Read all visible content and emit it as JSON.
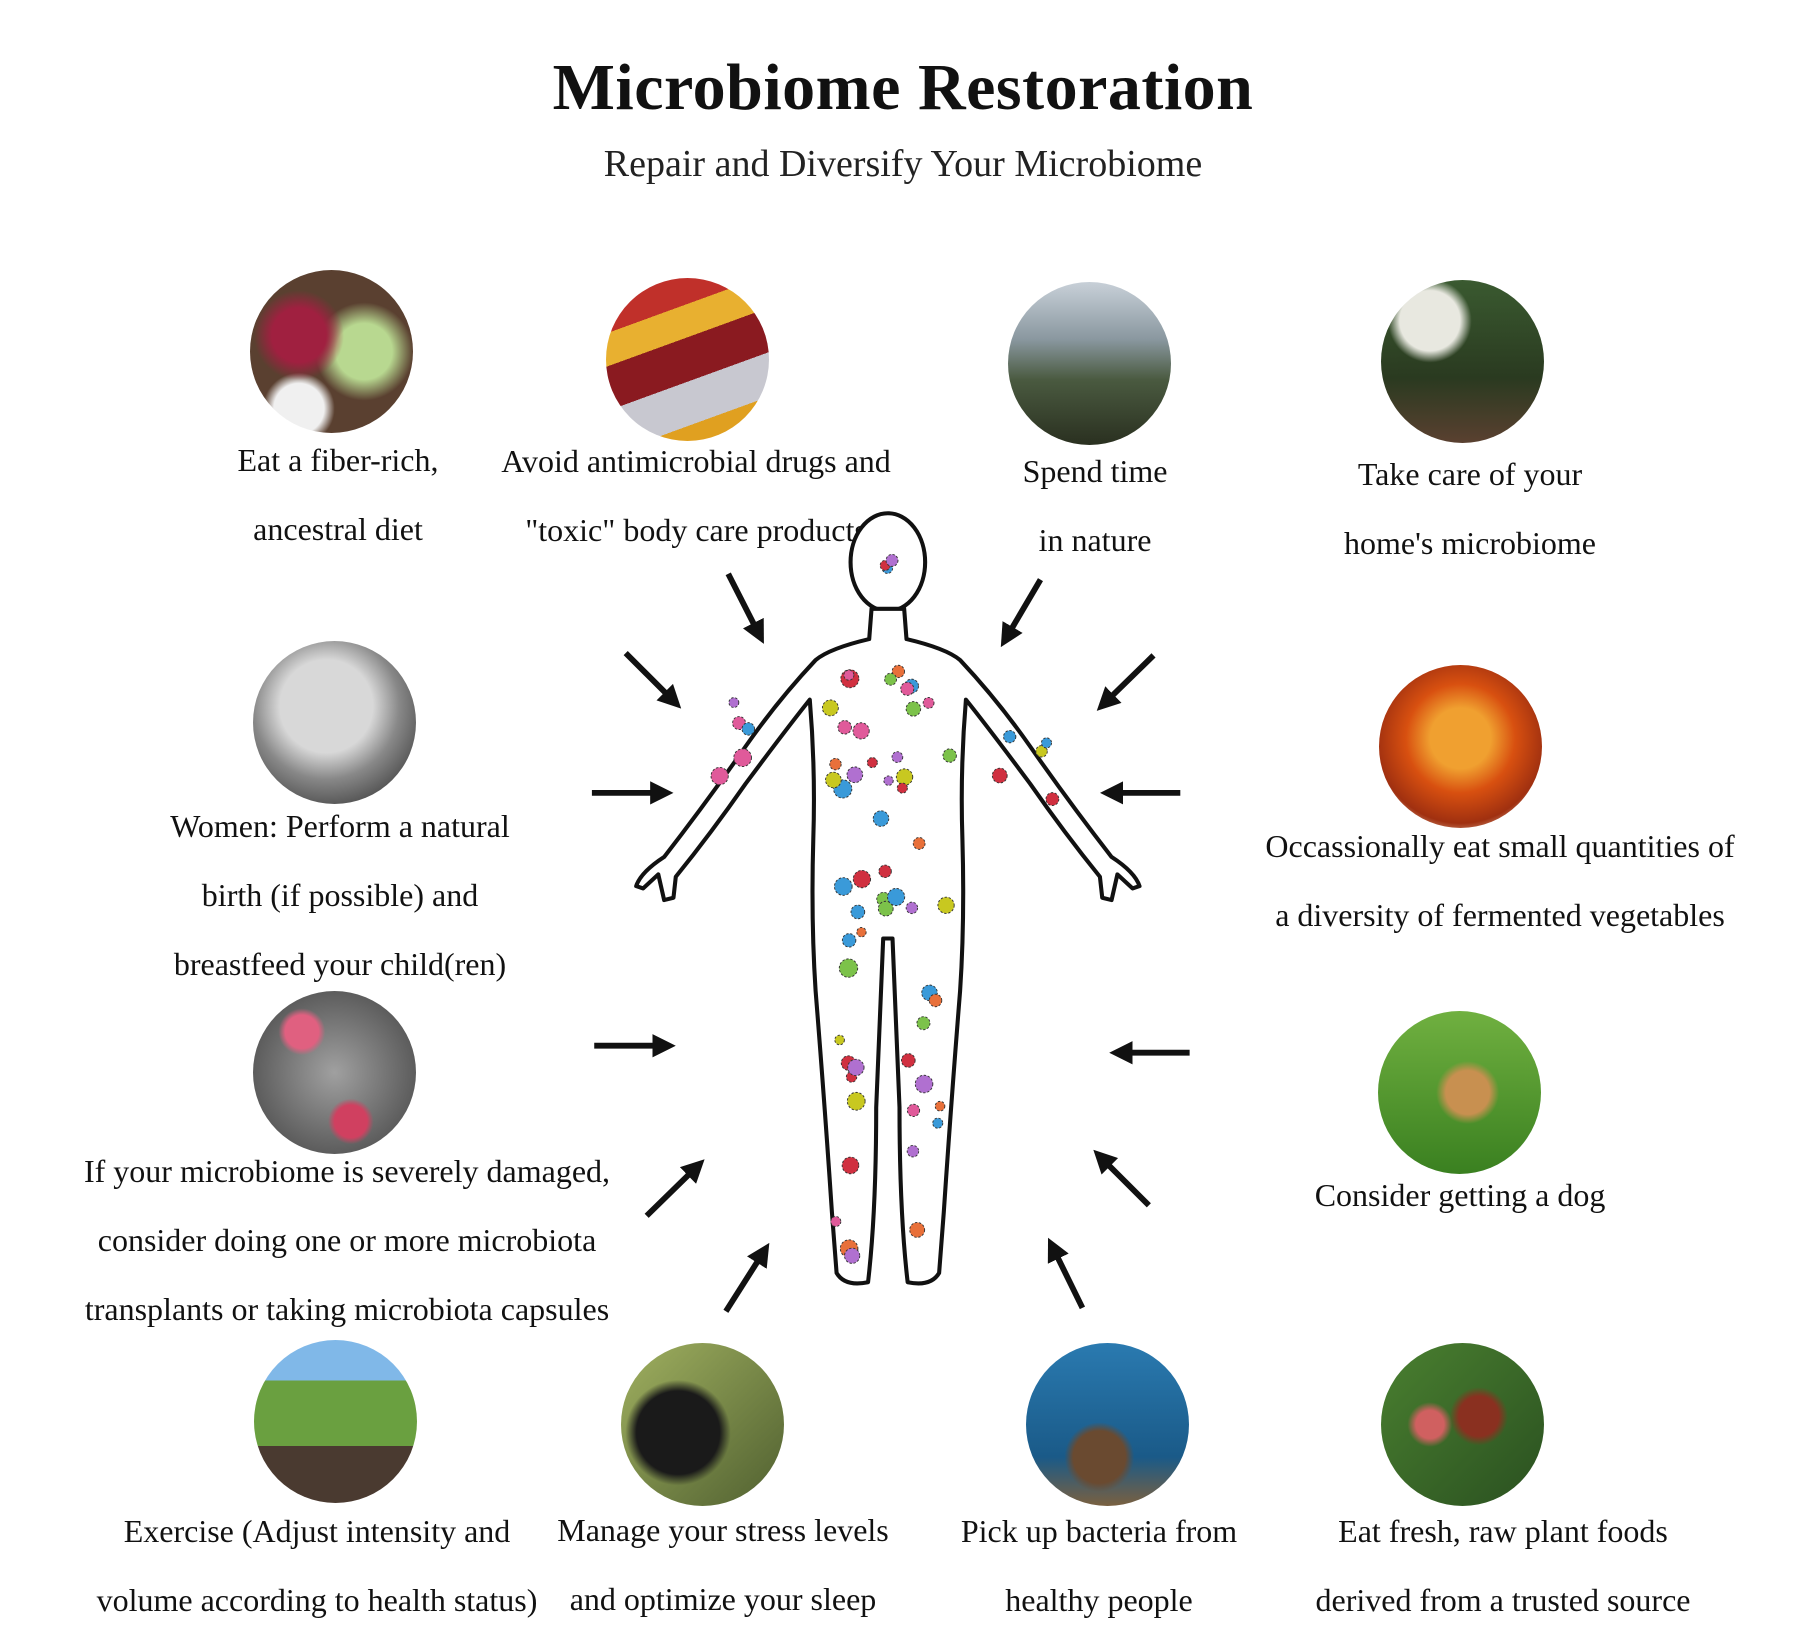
{
  "title": "Microbiome Restoration",
  "subtitle": "Repair and Diversify Your Microbiome",
  "items": [
    {
      "lines": [
        "Eat a fiber-rich,",
        "ancestral diet"
      ]
    },
    {
      "lines": [
        "Avoid antimicrobial drugs and",
        "\"toxic\" body care products"
      ]
    },
    {
      "lines": [
        "Spend time",
        "in nature"
      ]
    },
    {
      "lines": [
        "Take care of your",
        "home's microbiome"
      ]
    },
    {
      "lines": [
        "Women: Perform a natural",
        "birth (if possible) and",
        "breastfeed your child(ren)"
      ]
    },
    {
      "lines": [
        "Occassionally eat small quantities of",
        "a diversity of fermented vegetables"
      ]
    },
    {
      "lines": [
        "If your microbiome is severely damaged,",
        "consider doing one or more microbiota",
        "transplants or taking microbiota capsules"
      ]
    },
    {
      "lines": [
        "Consider getting a dog"
      ]
    },
    {
      "lines": [
        "Exercise (Adjust intensity and",
        "volume according to health status)"
      ]
    },
    {
      "lines": [
        "Manage your stress levels",
        "and optimize your sleep"
      ]
    },
    {
      "lines": [
        "Pick up bacteria from",
        "healthy people"
      ]
    },
    {
      "lines": [
        "Eat fresh, raw plant foods",
        "derived from a trusted source"
      ]
    }
  ],
  "colors": {
    "arrow": "#111111",
    "microbes": [
      "#e05a9a",
      "#3a9ad9",
      "#e8703a",
      "#7cc24a",
      "#c8c820",
      "#b070d0",
      "#d03040"
    ]
  }
}
